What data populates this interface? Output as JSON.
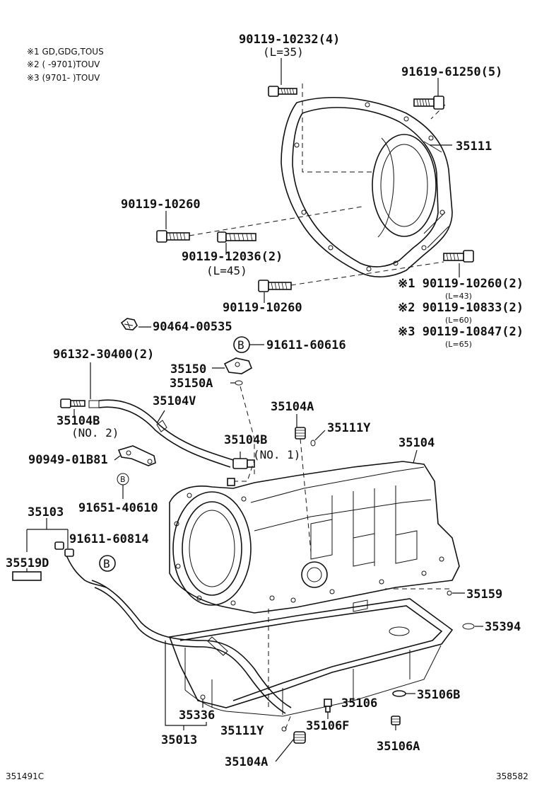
{
  "notes": [
    "※1 GD,GDG,TOUS",
    "※2 (      -9701)TOUV",
    "※3 (9701-      )TOUV"
  ],
  "parts": {
    "p90119_10232": "90119-10232(4)",
    "p90119_10232_len": "(L=35)",
    "p91619_61250": "91619-61250(5)",
    "p35111": "35111",
    "p90119_10260_a": "90119-10260",
    "p90119_12036": "90119-12036(2)",
    "p90119_12036_len": "(L=45)",
    "p90119_10260_b": "90119-10260",
    "p90119_10260_2": "※1 90119-10260(2)",
    "p90119_10260_2_len": "(L=43)",
    "p90119_10833": "※2 90119-10833(2)",
    "p90119_10833_len": "(L=60)",
    "p90119_10847": "※3 90119-10847(2)",
    "p90119_10847_len": "(L=65)",
    "p90464_00535": "90464-00535",
    "p91611_60616": "91611-60616",
    "p96132_30400": "96132-30400(2)",
    "p35150": "35150",
    "p35150A": "35150A",
    "p35104V": "35104V",
    "p35104A_top": "35104A",
    "p35111Y_top": "35111Y",
    "p35104B_no2": "35104B",
    "p35104B_no2_sub": "(NO. 2)",
    "p35104B_no1": "35104B",
    "p35104B_no1_sub": "(NO. 1)",
    "p35104": "35104",
    "p90949_01B81": "90949-01B81",
    "p91651_40610": "91651-40610",
    "p35103": "35103",
    "p91611_60814": "91611-60814",
    "p35519D": "35519D",
    "p35159": "35159",
    "p35394": "35394",
    "p35106B": "35106B",
    "p35106": "35106",
    "p35336": "35336",
    "p35106F": "35106F",
    "p35111Y_bottom": "35111Y",
    "p35013": "35013",
    "p35106A": "35106A",
    "p35104A_bottom": "35104A"
  },
  "markers": {
    "b_large_1": "B",
    "b_large_2": "B",
    "b_small": "B"
  },
  "footer": {
    "left_code": "351491C",
    "right_code": "358582"
  }
}
